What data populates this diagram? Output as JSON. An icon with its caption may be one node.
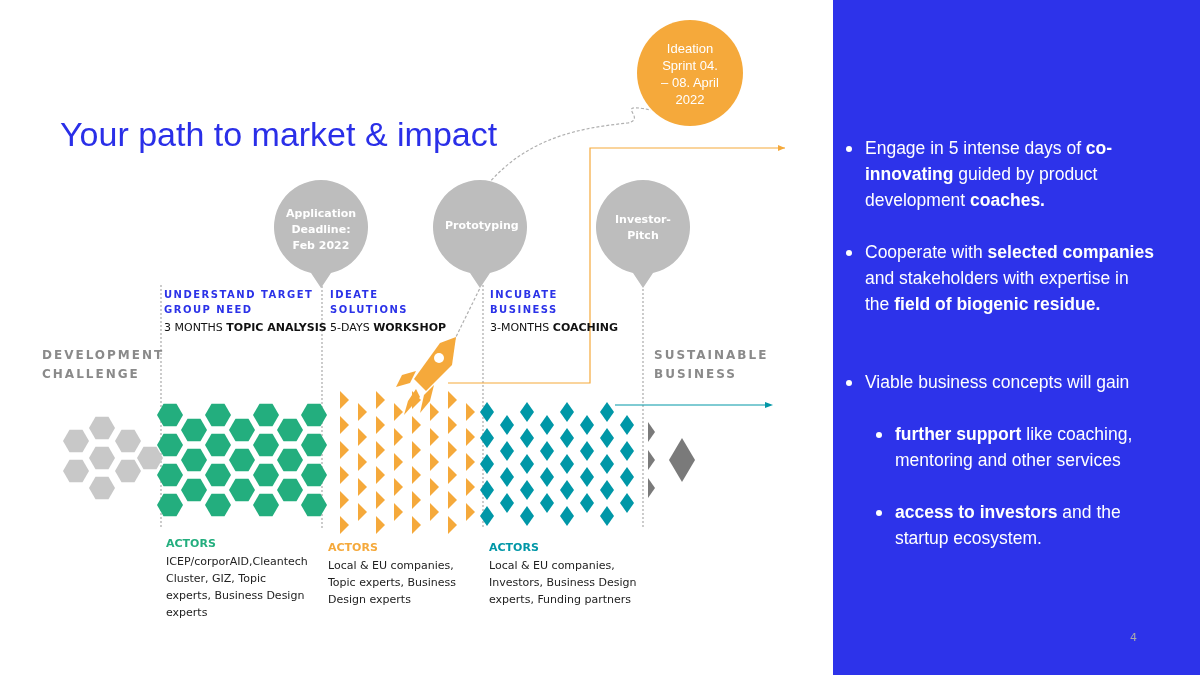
{
  "diagram": {
    "title": "Your path to market & impact",
    "nodes": [
      {
        "text": [
          "Ideation Sprint 04. – 08. April 2022"
        ]
      },
      {
        "text": [
          "Application Deadline: Feb  2022"
        ]
      },
      {
        "text": [
          "Prototyping"
        ]
      },
      {
        "text": [
          "Investor-Pitch"
        ]
      },
      {
        "text": [],
        "shape": "rocket"
      }
    ],
    "edges": [
      {
        "from": 2,
        "to": 0,
        "arrow": "none",
        "style": "dashed"
      },
      {
        "from": 4,
        "to": 2,
        "arrow": "none",
        "style": "dashed"
      },
      {
        "from": 4,
        "to": null,
        "arrow": "to",
        "color": "#f5a93b"
      }
    ],
    "labels": [
      "UNDERSTAND TARGET GROUP NEED",
      "3 MONTHS **TOPIC ANALYSIS**",
      "IDEATE SOLUTIONS",
      "5-DAYS **WORKSHOP**",
      "INCUBATE BUSINESS",
      "3-MONTHS **COACHING**",
      "DEVELOPMENT CHALLENGE",
      "SUSTAINABLE BUSINESS",
      "ACTORS",
      "ICEP/corporAID,Cleantech Cluster, GIZ, Topic experts, Business Design experts",
      "ACTORS",
      "Local & EU companies, Topic experts, Business Design experts",
      "ACTORS",
      "Local & EU companies, Investors, Business Design experts, Funding partners",
      "Engage in 5 intense days of **co-innovating** guided by product development **coaches.**",
      "Cooperate with **selected companies** and stakeholders with expertise in the **field of biogenic residue.**",
      "Viable business concepts will gain",
      "**further support** like coaching, mentoring and other services",
      "**access to investors** and the startup ecosystem.",
      "4"
    ]
  }
}
